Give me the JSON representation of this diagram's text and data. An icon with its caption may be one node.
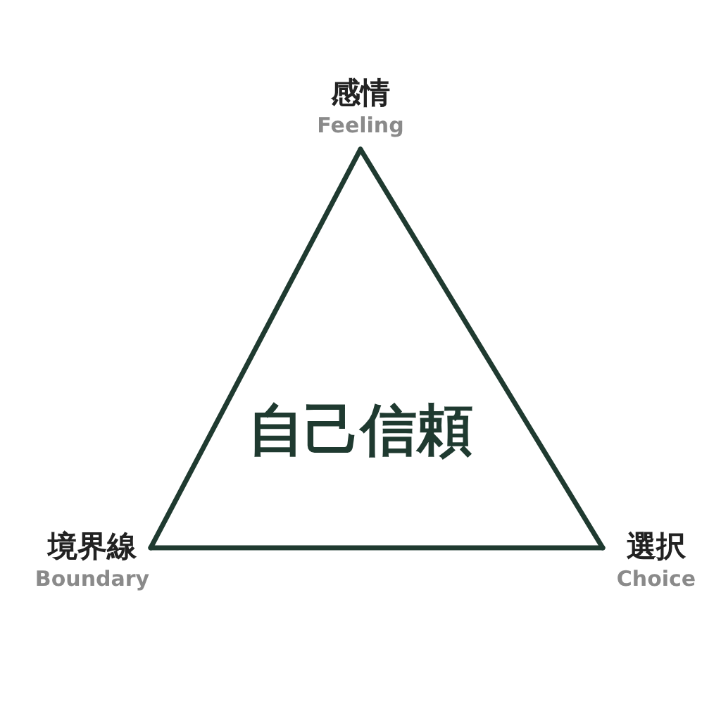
{
  "diagram": {
    "nodes": [
      {
        "text": [
          "感情",
          "Feeling"
        ]
      },
      {
        "text": [
          "境界線",
          "Boundary"
        ]
      },
      {
        "text": [
          "選択",
          "Choice"
        ]
      }
    ],
    "edges": [
      {
        "from": 0,
        "to": 1,
        "arrow": "none"
      },
      {
        "from": 1,
        "to": 2,
        "arrow": "none"
      },
      {
        "from": 2,
        "to": 0,
        "arrow": "none"
      }
    ],
    "labels": [
      "自己信頼"
    ]
  }
}
